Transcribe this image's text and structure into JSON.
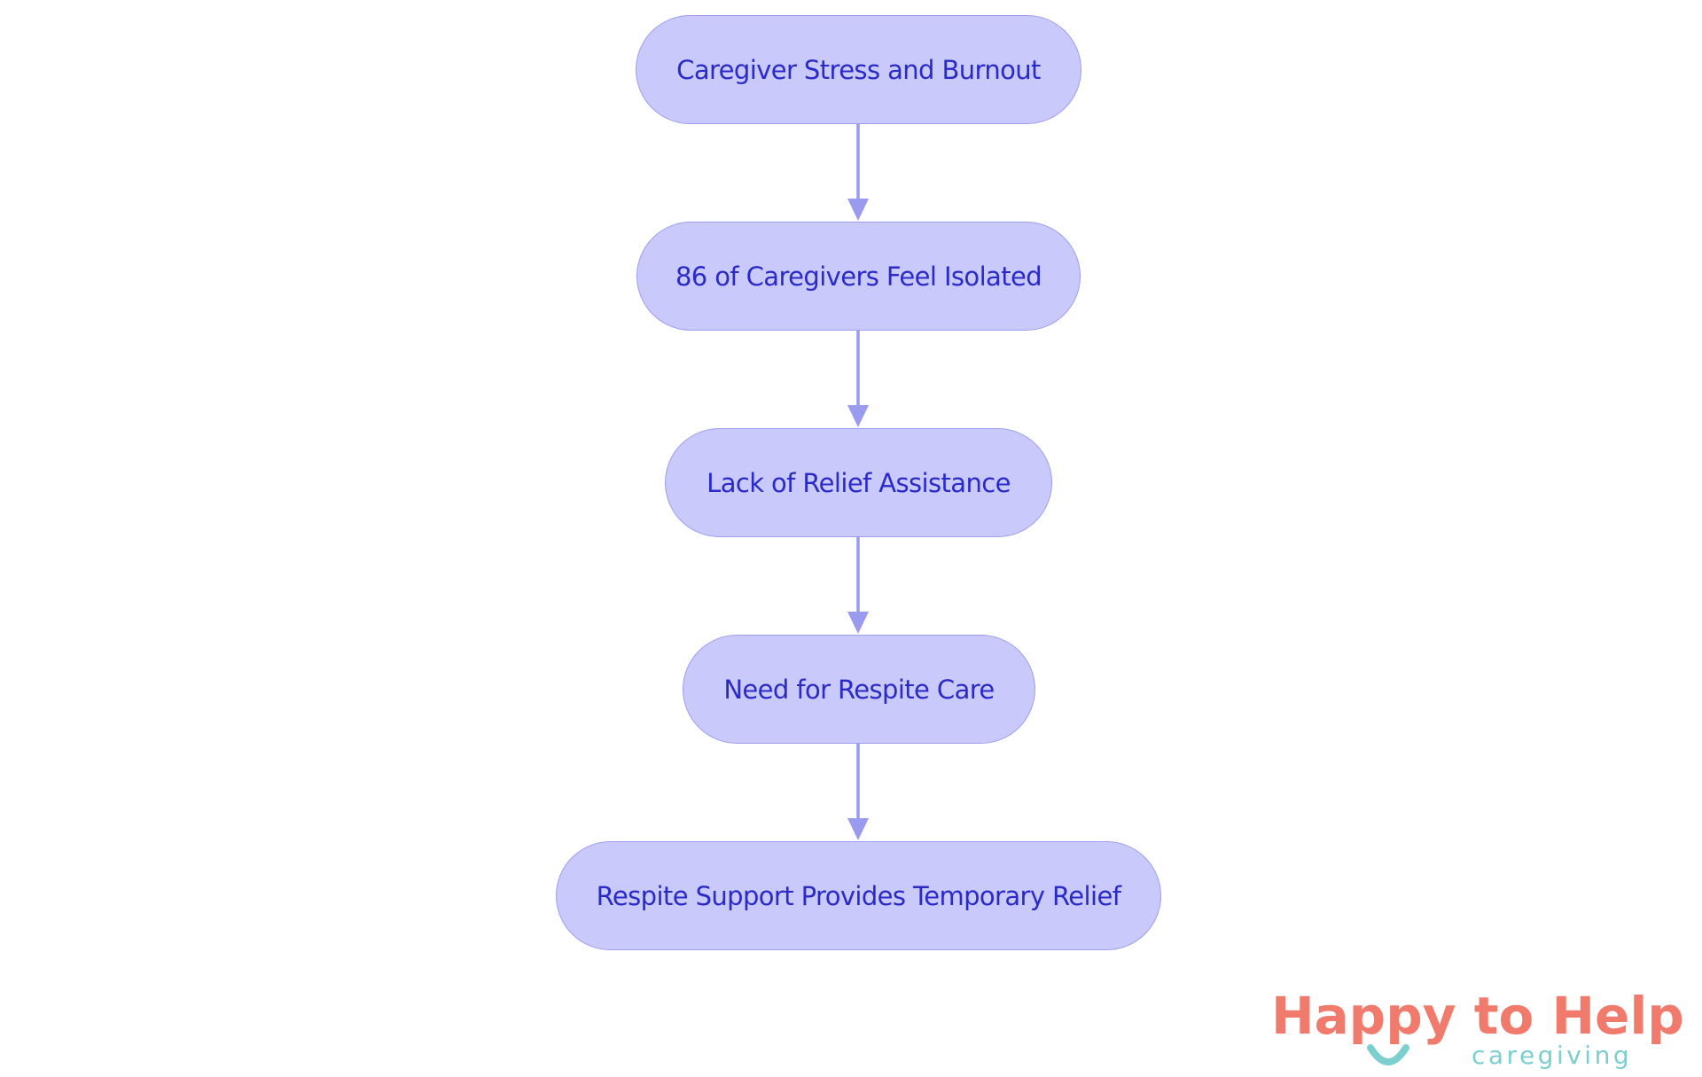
{
  "diagram": {
    "nodes": [
      {
        "id": "n1",
        "label": "Caregiver Stress and Burnout"
      },
      {
        "id": "n2",
        "label": "86 of Caregivers Feel Isolated"
      },
      {
        "id": "n3",
        "label": "Lack of Relief Assistance"
      },
      {
        "id": "n4",
        "label": "Need for Respite Care"
      },
      {
        "id": "n5",
        "label": "Respite Support Provides Temporary Relief"
      }
    ],
    "edges": [
      {
        "from": "n1",
        "to": "n2"
      },
      {
        "from": "n2",
        "to": "n3"
      },
      {
        "from": "n3",
        "to": "n4"
      },
      {
        "from": "n4",
        "to": "n5"
      }
    ],
    "colors": {
      "node_fill": "#c9c9fc",
      "node_border": "#9e9ef0",
      "node_text": "#2a2ac8",
      "edge": "#9a9aee"
    }
  },
  "logo": {
    "title": "Happy to Help",
    "subtitle": "caregiving",
    "colors": {
      "primary": "#f07a6c",
      "secondary": "#7ccfcf"
    }
  }
}
